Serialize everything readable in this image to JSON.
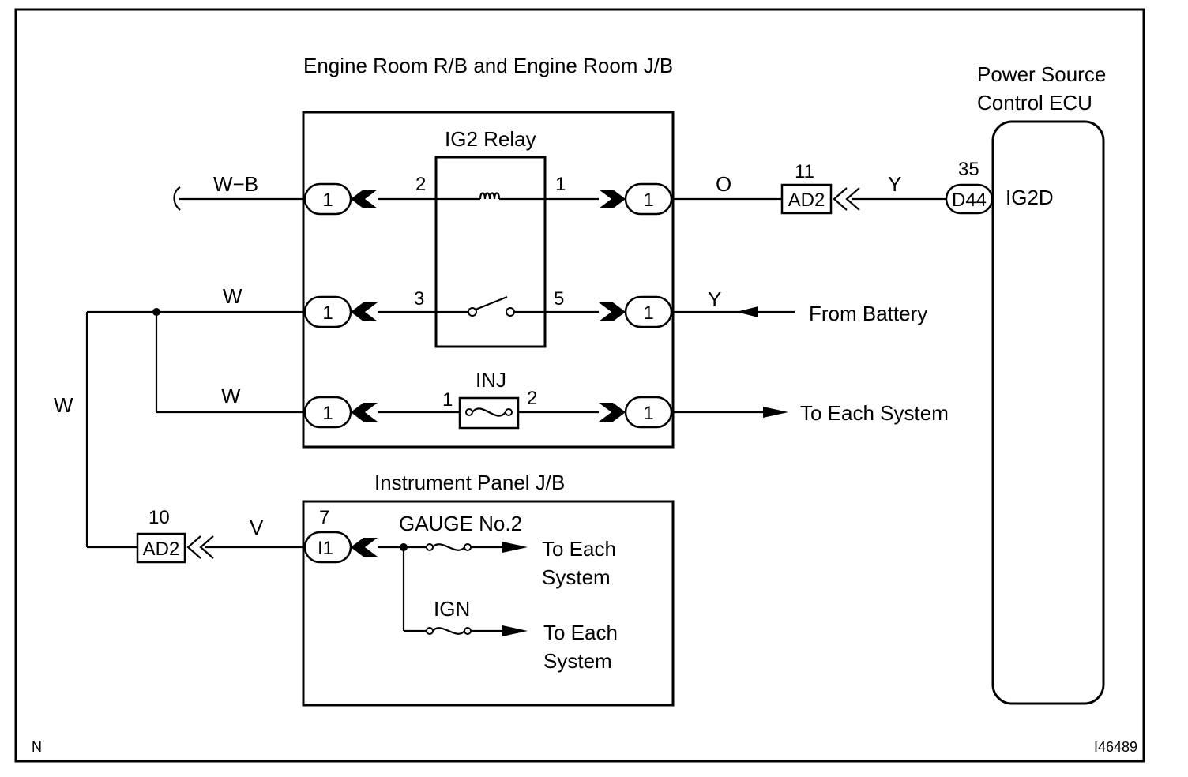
{
  "labels": {
    "engine_room_box": "Engine Room R/B and Engine Room J/B",
    "ig2_relay": "IG2 Relay",
    "power_source_line1": "Power Source",
    "power_source_line2": "Control ECU",
    "ig2d": "IG2D",
    "inj": "INJ",
    "instrument_panel": "Instrument Panel J/B",
    "gauge": "GAUGE No.2",
    "ign": "IGN",
    "from_battery": "From Battery",
    "to_each_system": "To Each System",
    "to_each": "To Each",
    "system": "System",
    "corner_n": "N",
    "figure_id": "I46489"
  },
  "wires": {
    "wb": "W−B",
    "w_top": "W",
    "w_mid": "W",
    "w_left": "W",
    "o": "O",
    "y_top": "Y",
    "y_battery": "Y",
    "v": "V"
  },
  "pins": {
    "relay_2": "2",
    "relay_1": "1",
    "relay_3": "3",
    "relay_5": "5",
    "inj_1": "1",
    "inj_2": "2",
    "ad2_top": "11",
    "d44": "35",
    "ad2_bottom": "10",
    "i1": "7"
  },
  "connectors": {
    "c1": "1",
    "ad2": "AD2",
    "d44": "D44",
    "i1": "I1"
  }
}
